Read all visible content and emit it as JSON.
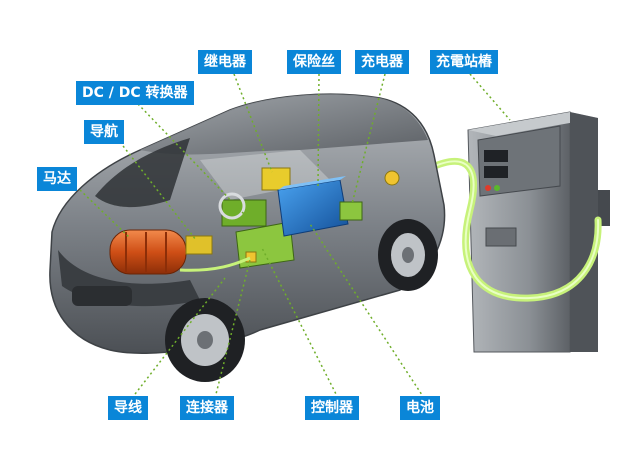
{
  "labels": {
    "relay": "继电器",
    "fuse": "保险丝",
    "charger": "充电器",
    "station": "充電站樁",
    "dcdc": "DC / DC 转换器",
    "navigation": "导航",
    "motor": "马达",
    "wire": "导线",
    "connector": "连接器",
    "controller": "控制器",
    "battery": "电池"
  },
  "colors": {
    "label_bg": "#0a86d8",
    "label_text": "#ffffff",
    "leader_line": "#6fae2a",
    "car_body": "#8c9196",
    "battery_box": "#1f6fc4",
    "motor": "#d9571f",
    "cable": "#c7f27a",
    "station_body": "#8a8f94"
  }
}
